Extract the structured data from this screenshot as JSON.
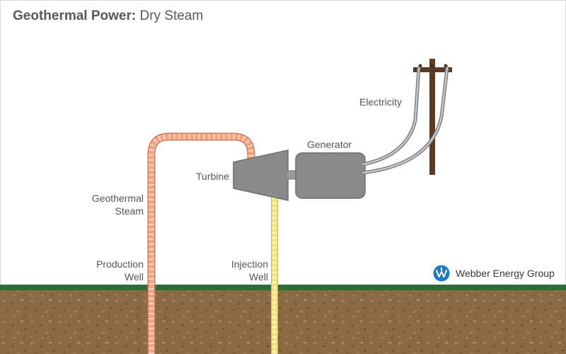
{
  "title": {
    "bold": "Geothermal Power:",
    "rest": " Dry Steam"
  },
  "labels": {
    "electricity": "Electricity",
    "generator": "Generator",
    "turbine": "Turbine",
    "steam_line1": "Geothermal",
    "steam_line2": "Steam",
    "production_line1": "Production",
    "production_line2": "Well",
    "injection_line1": "Injection",
    "injection_line2": "Well"
  },
  "brand": {
    "name": "Webber Energy Group"
  },
  "colors": {
    "ground": "#8a6a44",
    "grass": "#2e6b36",
    "steam_pipe": "#f2a483",
    "water_pipe": "#f5e38c",
    "machine": "#8a8a8a",
    "pole": "#5b3a26",
    "cable": "#9a9a9a",
    "brand_blue": "#1f7ac1"
  }
}
